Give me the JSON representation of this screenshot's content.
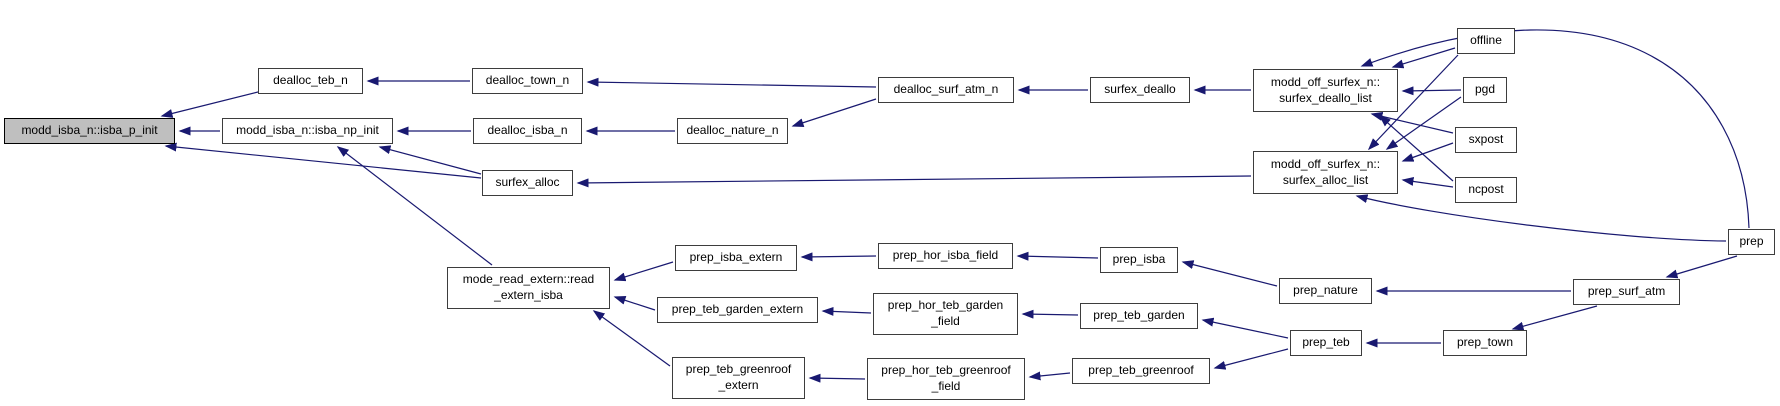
{
  "diagram": {
    "type": "call-graph",
    "highlighted_node": "modd_isba_n::isba_p_init",
    "colors": {
      "background": "#ffffff",
      "edge": "#191970",
      "node_bg": "#ffffff",
      "node_border": "#3d3d3d",
      "highlight_bg": "#bfbfbf",
      "highlight_border": "#000000",
      "text": "#000000"
    },
    "nodes": [
      {
        "id": "isba_p_init",
        "label": "modd_isba_n::isba_p_init",
        "highlighted": true
      },
      {
        "id": "isba_np_init",
        "label": "modd_isba_n::isba_np_init",
        "highlighted": false
      },
      {
        "id": "dealloc_teb_n",
        "label": "dealloc_teb_n",
        "highlighted": false
      },
      {
        "id": "dealloc_town_n",
        "label": "dealloc_town_n",
        "highlighted": false
      },
      {
        "id": "dealloc_isba_n",
        "label": "dealloc_isba_n",
        "highlighted": false
      },
      {
        "id": "dealloc_nature_n",
        "label": "dealloc_nature_n",
        "highlighted": false
      },
      {
        "id": "dealloc_surf_atm_n",
        "label": "dealloc_surf_atm_n",
        "highlighted": false
      },
      {
        "id": "surfex_deallo",
        "label": "surfex_deallo",
        "highlighted": false
      },
      {
        "id": "surfex_deallo_list",
        "label": "modd_off_surfex_n::\nsurfex_deallo_list",
        "highlighted": false
      },
      {
        "id": "surfex_alloc_list",
        "label": "modd_off_surfex_n::\nsurfex_alloc_list",
        "highlighted": false
      },
      {
        "id": "offline",
        "label": "offline",
        "highlighted": false
      },
      {
        "id": "pgd",
        "label": "pgd",
        "highlighted": false
      },
      {
        "id": "sxpost",
        "label": "sxpost",
        "highlighted": false
      },
      {
        "id": "ncpost",
        "label": "ncpost",
        "highlighted": false
      },
      {
        "id": "prep",
        "label": "prep",
        "highlighted": false
      },
      {
        "id": "surfex_alloc",
        "label": "surfex_alloc",
        "highlighted": false
      },
      {
        "id": "read_extern_isba",
        "label": "mode_read_extern::read\n_extern_isba",
        "highlighted": false
      },
      {
        "id": "prep_isba_extern",
        "label": "prep_isba_extern",
        "highlighted": false
      },
      {
        "id": "prep_hor_isba_field",
        "label": "prep_hor_isba_field",
        "highlighted": false
      },
      {
        "id": "prep_isba",
        "label": "prep_isba",
        "highlighted": false
      },
      {
        "id": "prep_nature",
        "label": "prep_nature",
        "highlighted": false
      },
      {
        "id": "prep_teb_garden_extern",
        "label": "prep_teb_garden_extern",
        "highlighted": false
      },
      {
        "id": "prep_hor_teb_garden_field",
        "label": "prep_hor_teb_garden\n_field",
        "highlighted": false
      },
      {
        "id": "prep_teb_garden",
        "label": "prep_teb_garden",
        "highlighted": false
      },
      {
        "id": "prep_teb",
        "label": "prep_teb",
        "highlighted": false
      },
      {
        "id": "prep_town",
        "label": "prep_town",
        "highlighted": false
      },
      {
        "id": "prep_surf_atm",
        "label": "prep_surf_atm",
        "highlighted": false
      },
      {
        "id": "prep_teb_greenroof_extern",
        "label": "prep_teb_greenroof\n_extern",
        "highlighted": false
      },
      {
        "id": "prep_hor_teb_greenroof_field",
        "label": "prep_hor_teb_greenroof\n_field",
        "highlighted": false
      },
      {
        "id": "prep_teb_greenroof",
        "label": "prep_teb_greenroof",
        "highlighted": false
      }
    ],
    "edges": [
      {
        "from": "dealloc_teb_n",
        "to": "isba_p_init"
      },
      {
        "from": "isba_np_init",
        "to": "isba_p_init"
      },
      {
        "from": "surfex_alloc",
        "to": "isba_p_init"
      },
      {
        "from": "dealloc_isba_n",
        "to": "isba_np_init"
      },
      {
        "from": "surfex_alloc",
        "to": "isba_np_init"
      },
      {
        "from": "read_extern_isba",
        "to": "isba_np_init"
      },
      {
        "from": "dealloc_town_n",
        "to": "dealloc_teb_n"
      },
      {
        "from": "dealloc_surf_atm_n",
        "to": "dealloc_town_n"
      },
      {
        "from": "dealloc_nature_n",
        "to": "dealloc_isba_n"
      },
      {
        "from": "dealloc_surf_atm_n",
        "to": "dealloc_nature_n"
      },
      {
        "from": "surfex_deallo",
        "to": "dealloc_surf_atm_n"
      },
      {
        "from": "surfex_deallo_list",
        "to": "surfex_deallo"
      },
      {
        "from": "surfex_alloc_list",
        "to": "surfex_alloc"
      },
      {
        "from": "offline",
        "to": "surfex_deallo_list"
      },
      {
        "from": "offline",
        "to": "surfex_alloc_list"
      },
      {
        "from": "pgd",
        "to": "surfex_deallo_list"
      },
      {
        "from": "pgd",
        "to": "surfex_alloc_list"
      },
      {
        "from": "sxpost",
        "to": "surfex_deallo_list"
      },
      {
        "from": "sxpost",
        "to": "surfex_alloc_list"
      },
      {
        "from": "ncpost",
        "to": "surfex_deallo_list"
      },
      {
        "from": "ncpost",
        "to": "surfex_alloc_list"
      },
      {
        "from": "prep",
        "to": "surfex_deallo_list"
      },
      {
        "from": "prep",
        "to": "surfex_alloc_list"
      },
      {
        "from": "prep",
        "to": "prep_surf_atm"
      },
      {
        "from": "prep_surf_atm",
        "to": "prep_nature"
      },
      {
        "from": "prep_surf_atm",
        "to": "prep_town"
      },
      {
        "from": "prep_nature",
        "to": "prep_isba"
      },
      {
        "from": "prep_isba",
        "to": "prep_hor_isba_field"
      },
      {
        "from": "prep_hor_isba_field",
        "to": "prep_isba_extern"
      },
      {
        "from": "prep_isba_extern",
        "to": "read_extern_isba"
      },
      {
        "from": "prep_town",
        "to": "prep_teb"
      },
      {
        "from": "prep_teb",
        "to": "prep_teb_garden"
      },
      {
        "from": "prep_teb",
        "to": "prep_teb_greenroof"
      },
      {
        "from": "prep_teb_garden",
        "to": "prep_hor_teb_garden_field"
      },
      {
        "from": "prep_hor_teb_garden_field",
        "to": "prep_teb_garden_extern"
      },
      {
        "from": "prep_teb_garden_extern",
        "to": "read_extern_isba"
      },
      {
        "from": "prep_teb_greenroof",
        "to": "prep_hor_teb_greenroof_field"
      },
      {
        "from": "prep_hor_teb_greenroof_field",
        "to": "prep_teb_greenroof_extern"
      },
      {
        "from": "prep_teb_greenroof_extern",
        "to": "read_extern_isba"
      }
    ]
  }
}
